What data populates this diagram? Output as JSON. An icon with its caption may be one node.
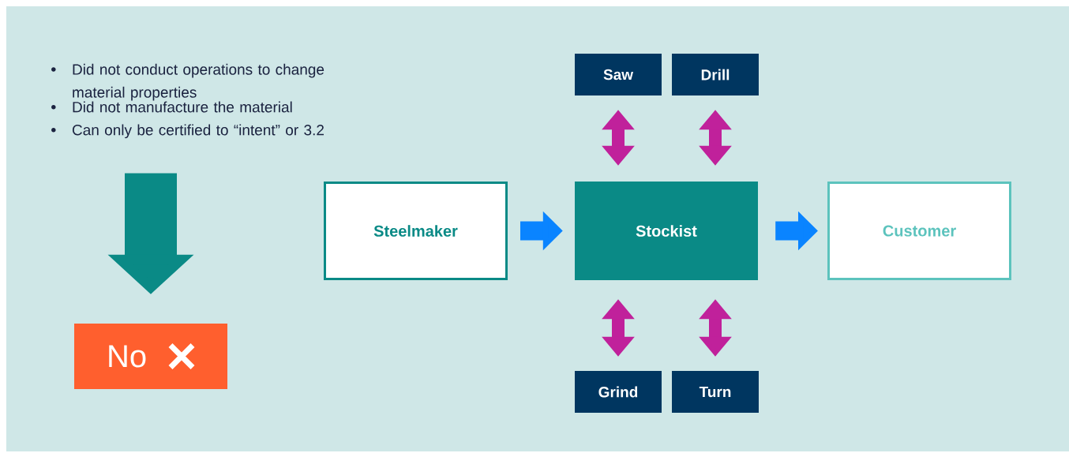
{
  "diagram": {
    "nodes": [
      {
        "text": [
          "Did not conduct operations to change material properties",
          "Did not manufacture the material",
          "Can only be certified to “intent” or 3.2"
        ]
      },
      {
        "text": [
          "No"
        ]
      },
      {
        "text": [
          "Steelmaker"
        ]
      },
      {
        "text": [
          "Stockist"
        ]
      },
      {
        "text": [
          "Customer"
        ]
      },
      {
        "text": [
          "Saw"
        ]
      },
      {
        "text": [
          "Drill"
        ]
      },
      {
        "text": [
          "Grind"
        ]
      },
      {
        "text": [
          "Turn"
        ]
      }
    ],
    "edges": [
      {
        "from": 0,
        "to": 1,
        "arrow": "to",
        "style": "thick",
        "color": "#0a8a86"
      },
      {
        "from": 2,
        "to": 3,
        "arrow": "to",
        "color": "#0a84ff"
      },
      {
        "from": 3,
        "to": 4,
        "arrow": "to",
        "color": "#0a84ff"
      },
      {
        "from": 3,
        "to": 5,
        "arrow": "both",
        "color": "#c0219b"
      },
      {
        "from": 3,
        "to": 6,
        "arrow": "both",
        "color": "#c0219b"
      },
      {
        "from": 3,
        "to": 7,
        "arrow": "both",
        "color": "#c0219b"
      },
      {
        "from": 3,
        "to": 8,
        "arrow": "both",
        "color": "#c0219b"
      }
    ]
  }
}
